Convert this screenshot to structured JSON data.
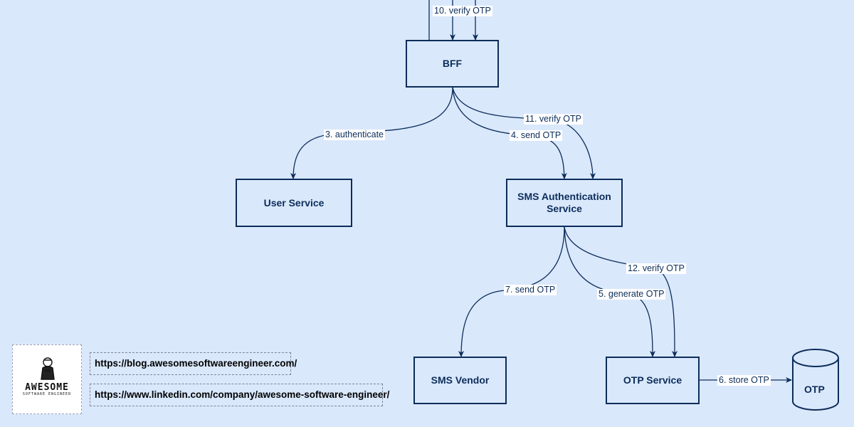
{
  "nodes": {
    "bff": "BFF",
    "user_service": "User Service",
    "sms_auth_service": "SMS Authentication\nService",
    "sms_vendor": "SMS Vendor",
    "otp_service": "OTP Service",
    "otp_store": "OTP"
  },
  "edges": {
    "e10": "10. verify OTP",
    "e3": "3. authenticate",
    "e4": "4. send OTP",
    "e11": "11. verify OTP",
    "e7": "7. send OTP",
    "e5": "5. generate OTP",
    "e12": "12. verify OTP",
    "e6": "6. store OTP"
  },
  "branding": {
    "logo_text": "AWESOME",
    "logo_subtext": "SOFTWARE ENGINEER",
    "blog_link": "https://blog.awesomesoftwareengineer.com/",
    "linkedin_link": "https://www.linkedin.com/company/awesome-software-engineer/"
  },
  "colors": {
    "background": "#dae8fc",
    "stroke": "#0c2d5a"
  }
}
